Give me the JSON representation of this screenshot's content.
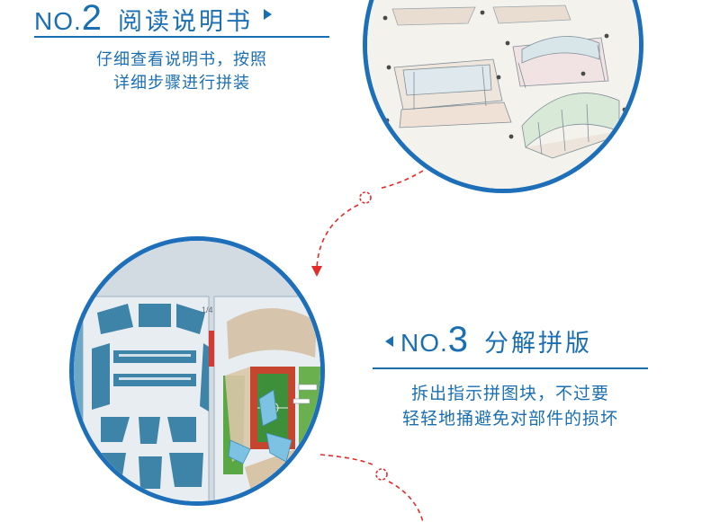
{
  "step2": {
    "prefix": "NO.",
    "number": "2",
    "label": "阅读说明书",
    "description_lines": [
      "仔细查看说明书，按照",
      "详细步骤进行拼装"
    ]
  },
  "step3": {
    "prefix": "NO.",
    "number": "3",
    "label": "分解拼版",
    "description_lines": [
      "拆出指示拼图块，不过要",
      "轻轻地捅避免对部件的损坏"
    ]
  },
  "puzzle_board": {
    "page_label": "1/4"
  },
  "colors": {
    "brand_blue": "#1a6fb3",
    "dashed_path": "#e52a2a",
    "seat_blue": "#3e83a8",
    "pitch_green": "#3d8f3a",
    "track_red": "#c6452f"
  }
}
